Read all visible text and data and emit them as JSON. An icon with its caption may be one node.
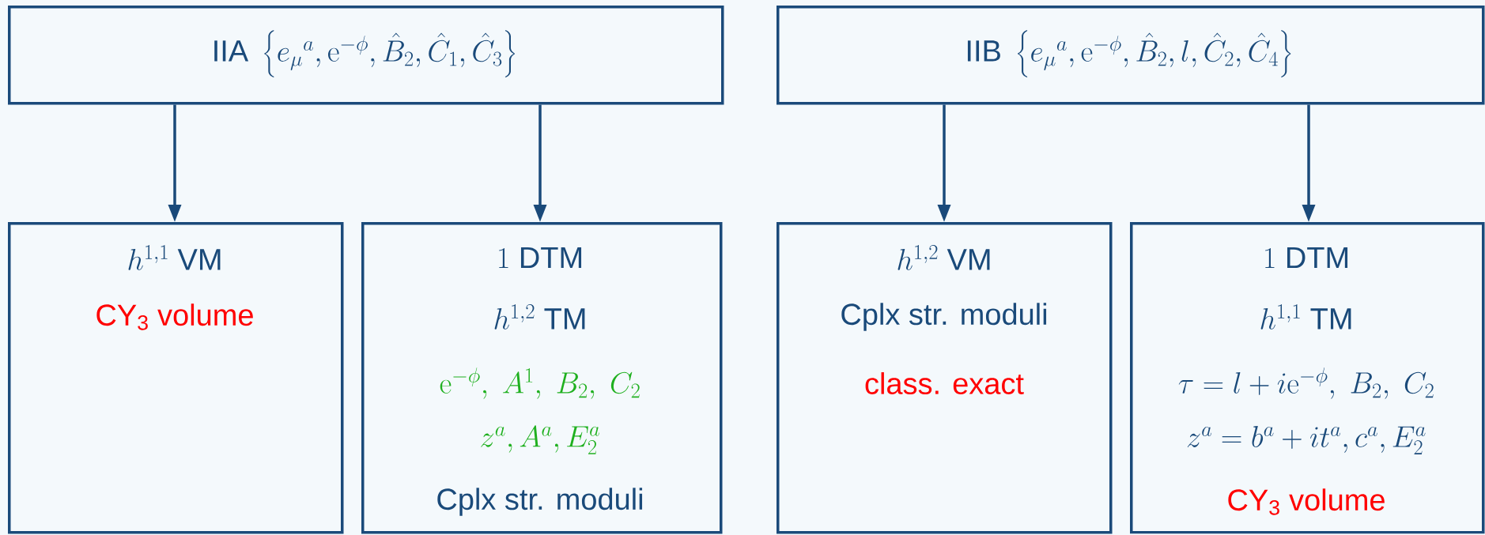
{
  "diagram": {
    "nodes": [
      {
        "text": [
          "\\text{IIA}\\ \\left\\{e_\\mu{}^a, \\mathrm{e}^{-\\phi}, \\hat{B}_2, \\hat{C}_1, \\hat{C}_3\\right\\}"
        ]
      },
      {
        "text": [
          "\\text{IIB}\\ \\left\\{e_\\mu{}^a, \\mathrm{e}^{-\\phi}, \\hat{B}_2, l, \\hat{C}_2, \\hat{C}_4\\right\\}"
        ]
      },
      {
        "text": [
          "h^{1,1}\\ \\text{VM}",
          "CY$_{3}$ volume"
        ]
      },
      {
        "text": [
          "1\\ \\text{DTM}",
          "h^{1,2}\\ \\text{TM}",
          "\\mathrm{e}^{-\\phi},\\ A^1,\\ B_2,\\ C_2",
          "z^a, A^a, E_2^a",
          "Cplx str. moduli"
        ]
      },
      {
        "text": [
          "h^{1,2}\\ \\text{VM}",
          "Cplx str. moduli",
          "class. exact"
        ]
      },
      {
        "text": [
          "1\\ \\text{DTM}",
          "h^{1,1}\\ \\text{TM}",
          "\\tau = l + i\\mathrm{e}^{-\\phi},\\ B_2,\\ C_2",
          "z^a = b^a + it^a, c^a, E_2^a",
          "CY$_{3}$ volume"
        ]
      }
    ],
    "edges": [
      {
        "from": 0,
        "to": 2,
        "arrow": "to"
      },
      {
        "from": 0,
        "to": 3,
        "arrow": "to"
      },
      {
        "from": 1,
        "to": 4,
        "arrow": "to"
      },
      {
        "from": 1,
        "to": 5,
        "arrow": "to"
      }
    ]
  }
}
